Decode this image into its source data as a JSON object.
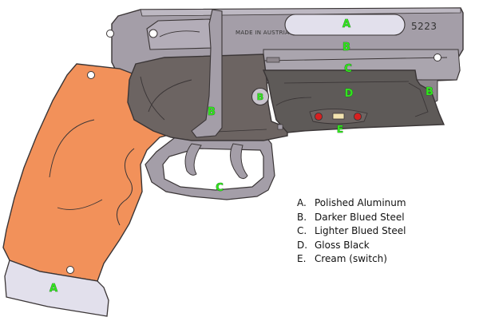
{
  "stamps": {
    "made_in": "MADE IN AUSTRIA",
    "serial": "5223"
  },
  "part_labels": {
    "slide_top": "A",
    "slide_band": "B",
    "slide_lower": "C",
    "frame_black": "D",
    "switch": "E",
    "rear_frame": "B",
    "side_screw": "B",
    "front_block": "B",
    "trigger_guard": "C",
    "grip_base": "A"
  },
  "legend": [
    {
      "key": "A.",
      "text": "Polished Aluminum"
    },
    {
      "key": "B.",
      "text": "Darker Blued Steel"
    },
    {
      "key": "C.",
      "text": "Lighter Blued Steel"
    },
    {
      "key": "D.",
      "text": "Gloss Black"
    },
    {
      "key": "E.",
      "text": "Cream (switch)"
    }
  ],
  "colors": {
    "aluminum": "#e2e0ec",
    "steel_light": "#a49ea8",
    "steel_dark": "#6c6462",
    "gloss_black": "#5e5a58",
    "grip": "#f2915a",
    "cream": "#f4e3b0",
    "indicator_red": "#d62020",
    "label_green": "#33e21f"
  }
}
